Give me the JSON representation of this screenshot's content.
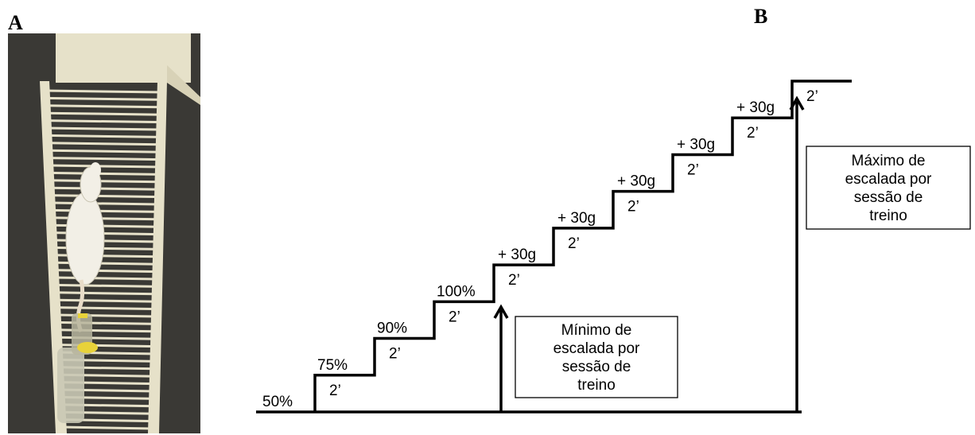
{
  "panels": {
    "a": "A",
    "b": "B"
  },
  "photo": {
    "icon": "rat-climbing-ladder-photo"
  },
  "steps": [
    {
      "load": "50%",
      "duration": "2’"
    },
    {
      "load": "75%",
      "duration": "2’"
    },
    {
      "load": "90%",
      "duration": "2’"
    },
    {
      "load": "100%",
      "duration": "2’"
    },
    {
      "load": "+ 30g",
      "duration": "2’"
    },
    {
      "load": "+ 30g",
      "duration": "2’"
    },
    {
      "load": "+ 30g",
      "duration": "2’"
    },
    {
      "load": "+ 30g",
      "duration": "2’"
    },
    {
      "load": "+ 30g",
      "duration": "2’"
    }
  ],
  "minimum_box": {
    "lines": [
      "Mínimo de",
      "escalada por",
      "sessão de",
      "treino"
    ]
  },
  "maximum_box": {
    "lines": [
      "Máximo de",
      "escalada por",
      "sessão de",
      "treino"
    ]
  },
  "colors": {
    "line": "#000000",
    "photo_bg": "#3a3935",
    "ladder": "#e6e1c9"
  }
}
